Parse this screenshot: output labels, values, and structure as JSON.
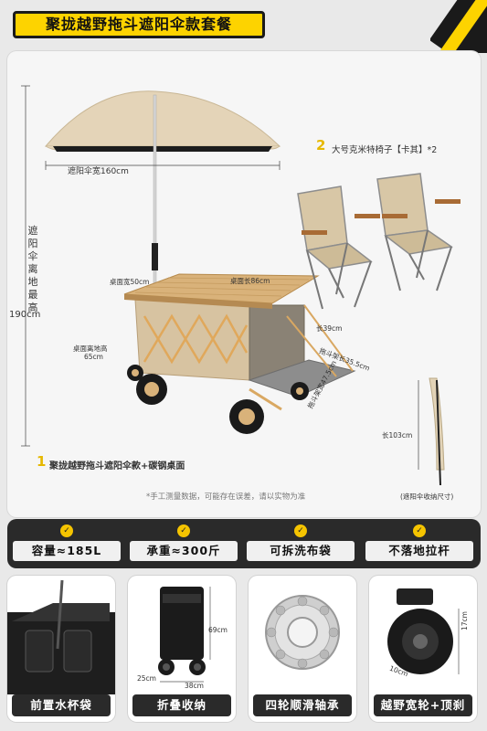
{
  "header": {
    "title": "聚拢越野拖斗遮阳伞款套餐"
  },
  "product": {
    "umbrella_width": "遮阳伞宽160cm",
    "umbrella_height_label": "遮阳伞离地最高",
    "umbrella_height_value": "190cm",
    "table_width": "桌面宽50cm",
    "table_length": "桌面长86cm",
    "table_height_label": "桌面离地高",
    "table_height_value": "65cm",
    "tail_length": "长39cm",
    "tail_rack_length": "拖斗架长35.5cm",
    "tail_rack_width": "拖斗架宽47.5cm",
    "umbrella_folded_length": "长103cm",
    "umbrella_folded_note": "(遮阳伞收纳尺寸)",
    "item1_num": "1",
    "item1_label": "聚拢越野拖斗遮阳伞款+碳钢桌面",
    "item2_num": "2",
    "item2_label": "大号克米特椅子【卡其】*2",
    "disclaimer": "*手工测量数据，可能存在误差，请以实物为准"
  },
  "features": [
    {
      "icon": "check-badge-icon",
      "label": "容量≈185L"
    },
    {
      "icon": "check-badge-icon",
      "label": "承重≈300斤"
    },
    {
      "icon": "check-badge-icon",
      "label": "可拆洗布袋"
    },
    {
      "icon": "check-badge-icon",
      "label": "不落地拉杆"
    }
  ],
  "tiles": [
    {
      "caption": "前置水杯袋"
    },
    {
      "caption": "折叠收纳",
      "dim_h": "69cm",
      "dim_d": "25cm",
      "dim_w": "38cm"
    },
    {
      "caption": "四轮顺滑轴承"
    },
    {
      "caption": "越野宽轮+顶刹",
      "dim_h": "17cm",
      "dim_w": "10cm"
    }
  ],
  "colors": {
    "accent": "#fdd300",
    "dark": "#2a2a2a",
    "khaki": "#e2d3b7",
    "wood": "#d9b27a"
  }
}
